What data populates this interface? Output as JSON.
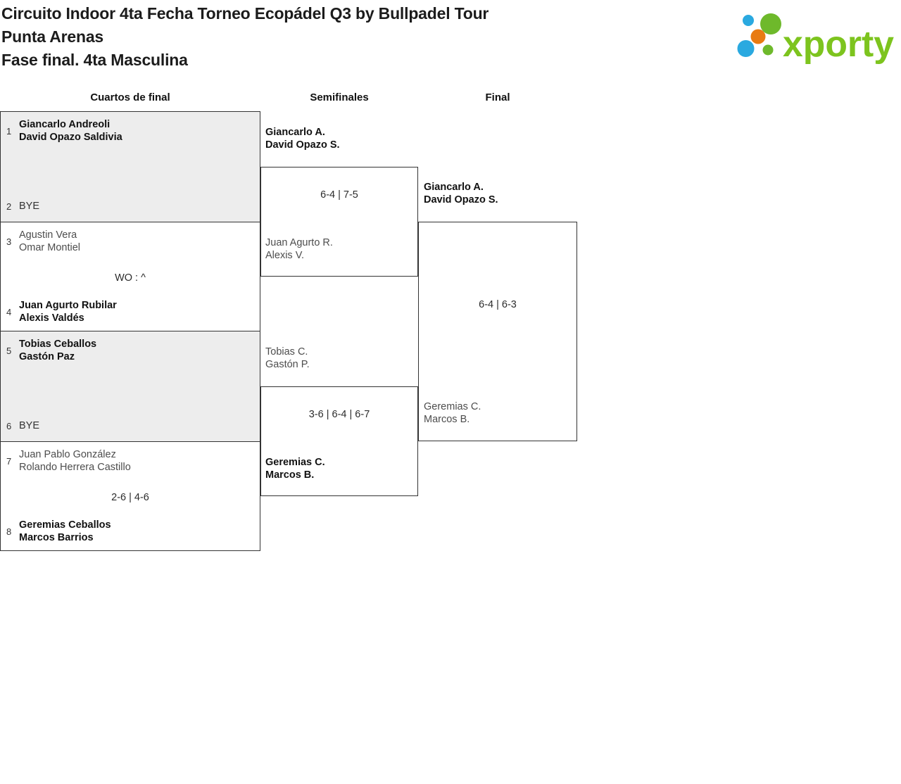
{
  "header": {
    "title_lines": [
      "Circuito Indoor 4ta Fecha Torneo Ecopádel Q3 by Bullpadel Tour",
      "Punta Arenas",
      "Fase final. 4ta Masculina"
    ],
    "logo": {
      "brand": "xporty",
      "colors": {
        "green_text": "#7DC41E",
        "green_dot": "#6EB92B",
        "blue_dot": "#2AA9E0",
        "orange_dot": "#E87B12"
      }
    }
  },
  "bracket": {
    "rounds": [
      "Cuartos de final",
      "Semifinales",
      "Final"
    ],
    "colors": {
      "box_border": "#333333",
      "box_fill_alt": "#ededed"
    },
    "quarterfinals": [
      {
        "team1": {
          "seed": "1",
          "players": [
            "Giancarlo Andreoli",
            "David Opazo Saldivia"
          ]
        },
        "team2": {
          "seed": "2",
          "players": [
            "BYE"
          ]
        },
        "score": ""
      },
      {
        "team1": {
          "seed": "3",
          "players": [
            "Agustin Vera",
            "Omar Montiel"
          ]
        },
        "team2": {
          "seed": "4",
          "players": [
            "Juan Agurto Rubilar",
            "Alexis Valdés"
          ]
        },
        "score": "WO : ^"
      },
      {
        "team1": {
          "seed": "5",
          "players": [
            "Tobias Ceballos",
            "Gastón Paz"
          ]
        },
        "team2": {
          "seed": "6",
          "players": [
            "BYE"
          ]
        },
        "score": ""
      },
      {
        "team1": {
          "seed": "7",
          "players": [
            "Juan Pablo González",
            "Rolando Herrera Castillo"
          ]
        },
        "team2": {
          "seed": "8",
          "players": [
            "Geremias Ceballos",
            "Marcos Barrios"
          ]
        },
        "score": "2-6 | 4-6"
      }
    ],
    "semifinals": [
      {
        "team1": {
          "players": [
            "Giancarlo A.",
            "David Opazo S."
          ]
        },
        "team2": {
          "players": [
            "Juan Agurto R.",
            "Alexis V."
          ]
        },
        "score": "6-4 | 7-5"
      },
      {
        "team1": {
          "players": [
            "Tobias C.",
            "Gastón P."
          ]
        },
        "team2": {
          "players": [
            "Geremias C.",
            "Marcos B."
          ]
        },
        "score": "3-6 | 6-4 | 6-7"
      }
    ],
    "final": {
      "team1": {
        "players": [
          "Giancarlo A.",
          "David Opazo S."
        ]
      },
      "team2": {
        "players": [
          "Geremias C.",
          "Marcos B."
        ]
      },
      "score": "6-4 | 6-3"
    }
  }
}
